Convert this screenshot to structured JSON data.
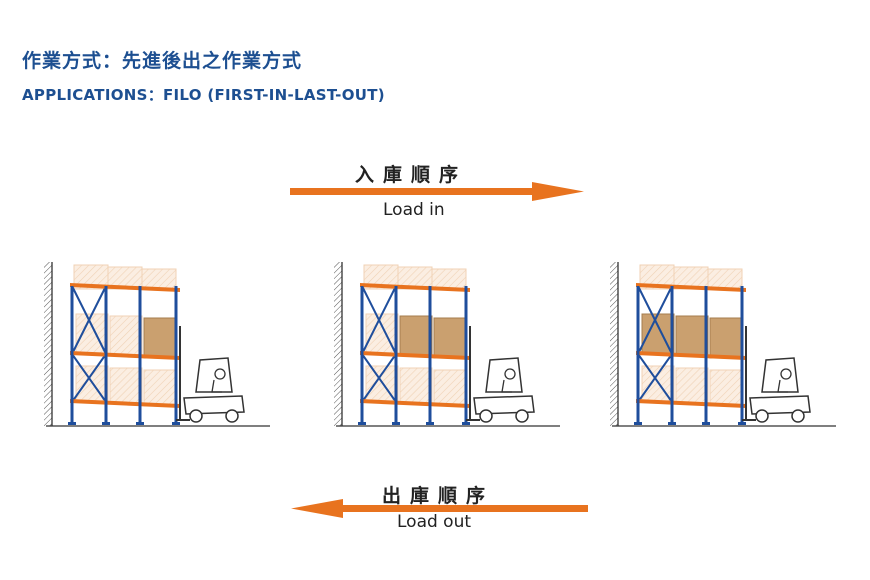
{
  "header": {
    "title_zh": "作業方式：先進後出之作業方式",
    "title_en": "APPLICATIONS：FILO  (FIRST-IN-LAST-OUT)"
  },
  "load_in": {
    "label_zh": "入庫順序",
    "label_en": "Load in"
  },
  "load_out": {
    "label_zh": "出庫順序",
    "label_en": "Load out"
  },
  "colors": {
    "upright": "#1f4e9c",
    "beam": "#e8731f",
    "arrow": "#e8731f",
    "pallet_loaded": "#caa06f",
    "pallet_ghost": "#f3dcc7",
    "line": "#333333"
  },
  "stages": [
    {
      "loaded": [
        "slot-2-3"
      ]
    },
    {
      "loaded": [
        "slot-2-2",
        "slot-2-3"
      ]
    },
    {
      "loaded": [
        "slot-2-1",
        "slot-2-2",
        "slot-2-3"
      ]
    }
  ],
  "icons": {
    "forklift": "forklift-icon",
    "wall": "wall-hatch-icon"
  }
}
